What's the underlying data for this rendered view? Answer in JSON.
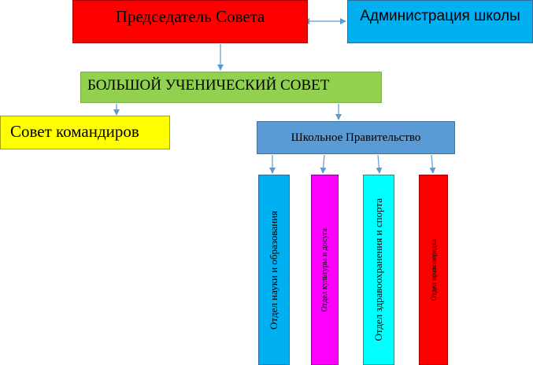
{
  "diagram": {
    "chair": "Председатель Совета",
    "administration": "Администрация школы",
    "big_council": "БОЛЬШОЙ УЧЕНИЧЕСКИЙ СОВЕТ",
    "commanders": "Совет командиров",
    "government": "Школьное Правительство",
    "departments": [
      "Отдел науки и образования",
      "Отдел культуры и досуга",
      "Отдел здравоохранения и спорта",
      "Отдел правопорядка"
    ]
  },
  "colors": {
    "chair": "#ff0000",
    "administration": "#00b0f0",
    "big_council": "#92d050",
    "commanders": "#ffff00",
    "government": "#5b9bd5",
    "departments": [
      "#00b0f0",
      "#ff00ff",
      "#00ffff",
      "#ff0000"
    ],
    "connector": "#5b9bd5"
  }
}
